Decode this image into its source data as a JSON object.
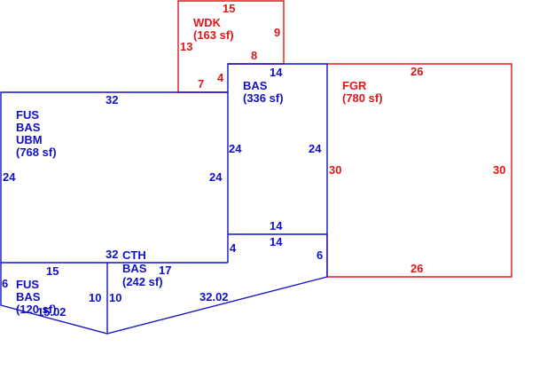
{
  "colors": {
    "living": "#1010c8",
    "garage_deck": "#e01818",
    "background": "#ffffff"
  },
  "areas": {
    "wdk": {
      "code": "WDK",
      "size": "(163 sf)"
    },
    "bas_mid": {
      "code": "BAS",
      "size": "(336 sf)"
    },
    "fgr": {
      "code": "FGR",
      "size": "(780 sf)"
    },
    "fus_main": {
      "line1": "FUS",
      "line2": "BAS",
      "line3": "UBM",
      "size": "(768 sf)"
    },
    "cth": {
      "code": "CTH",
      "line2": "BAS",
      "size": "(242 sf)"
    },
    "fus_small": {
      "line1": "FUS",
      "line2": "BAS",
      "size": "(120 sf)"
    }
  },
  "dimensions": {
    "wdk_top": "15",
    "wdk_right": "9",
    "wdk_left": "13",
    "wdk_inner_8": "8",
    "wdk_inner_4": "4",
    "wdk_bottom_7": "7",
    "bas_top": "14",
    "bas_left": "24",
    "bas_right": "24",
    "bas_bottom": "14",
    "bas_bottom2": "14",
    "bas_step_4": "4",
    "bas_step_6": "6",
    "fgr_top": "26",
    "fgr_left": "30",
    "fgr_right": "30",
    "fgr_bottom": "26",
    "fus_top": "32",
    "fus_left": "24",
    "fus_right": "24",
    "fus_bottom": "32",
    "small_top": "15",
    "small_left": "6",
    "small_right": "10",
    "small_diag": "15.02",
    "cth_left": "10",
    "cth_17": "17",
    "cth_diag": "32.02"
  }
}
